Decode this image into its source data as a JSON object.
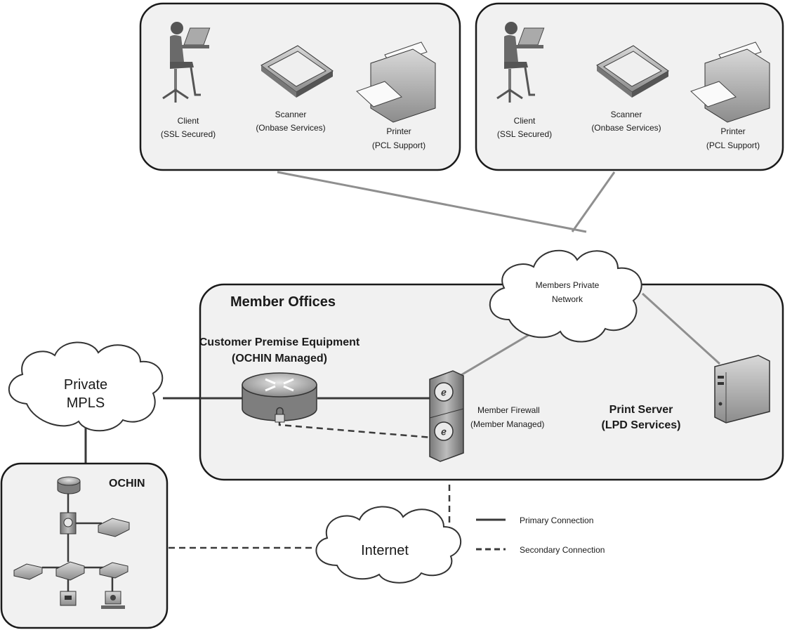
{
  "site_boxes": [
    {
      "client": {
        "line1": "Client",
        "line2": "(SSL Secured)"
      },
      "scanner": {
        "line1": "Scanner",
        "line2": "(Onbase Services)"
      },
      "printer": {
        "line1": "Printer",
        "line2": "(PCL Support)"
      }
    },
    {
      "client": {
        "line1": "Client",
        "line2": "(SSL Secured)"
      },
      "scanner": {
        "line1": "Scanner",
        "line2": "(Onbase Services)"
      },
      "printer": {
        "line1": "Printer",
        "line2": "(PCL Support)"
      }
    }
  ],
  "members_network": {
    "line1": "Members Private",
    "line2": "Network"
  },
  "member_offices": {
    "title": "Member Offices"
  },
  "cpe": {
    "line1": "Customer Premise Equipment",
    "line2": "(OCHIN Managed)"
  },
  "firewall": {
    "line1": "Member Firewall",
    "line2": "(Member Managed)"
  },
  "print_server": {
    "line1": "Print Server",
    "line2": "(LPD Services)"
  },
  "private_mpls": {
    "line1": "Private",
    "line2": "MPLS"
  },
  "ochin": {
    "title": "OCHIN"
  },
  "internet": {
    "label": "Internet"
  },
  "legend": {
    "primary": "Primary Connection",
    "secondary": "Secondary Connection"
  }
}
